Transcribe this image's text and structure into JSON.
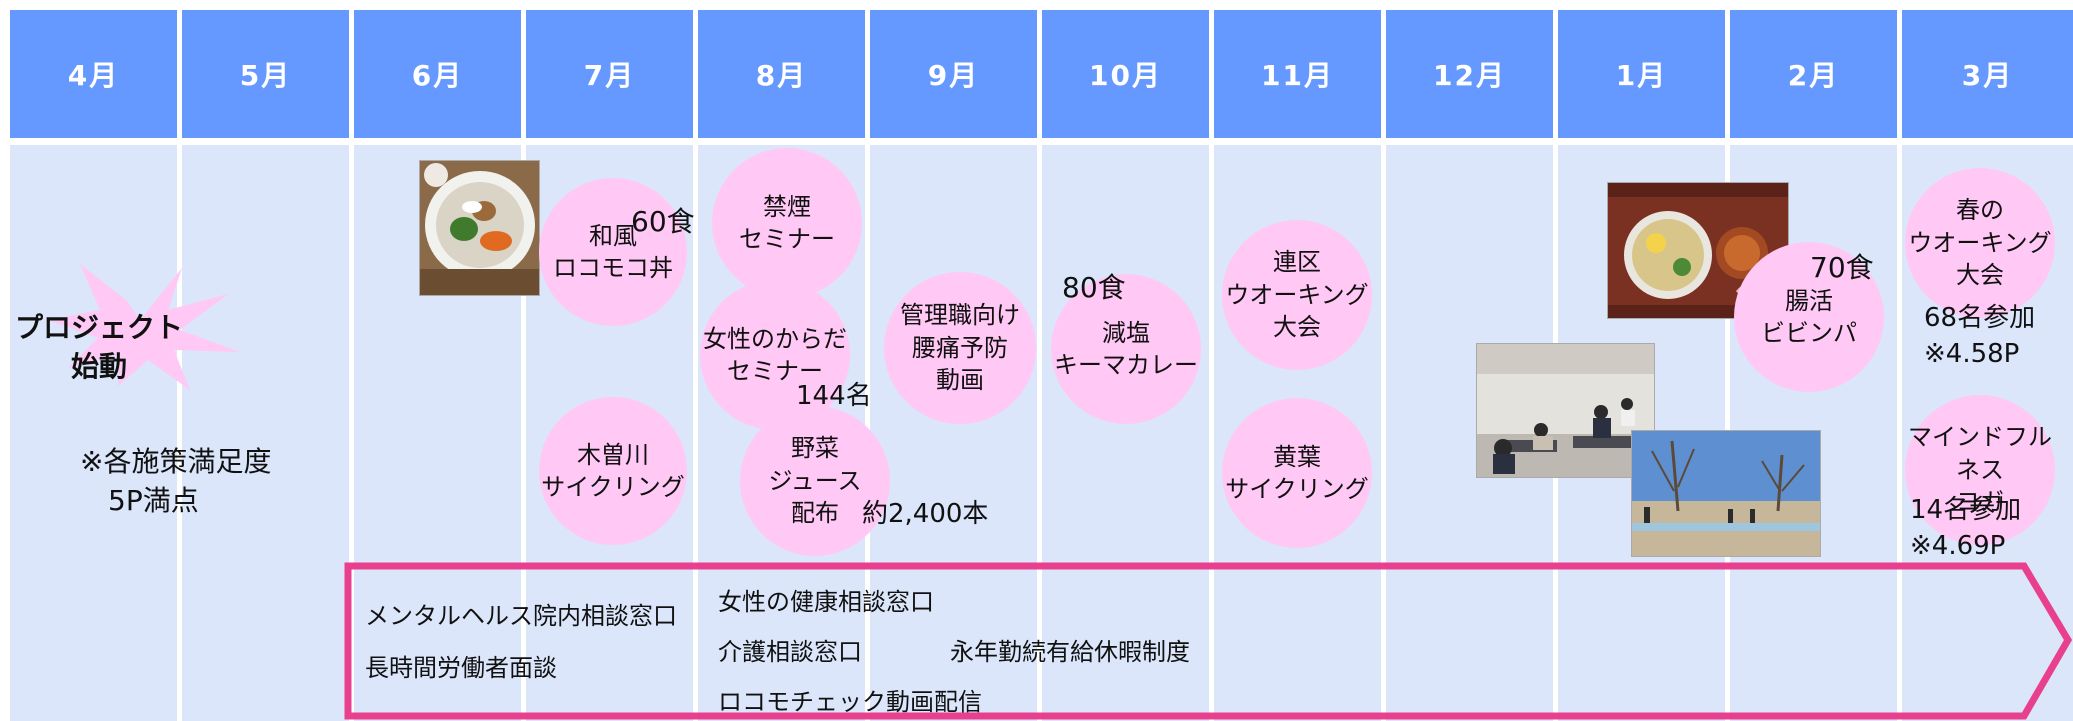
{
  "months": [
    "4月",
    "5月",
    "6月",
    "7月",
    "8月",
    "9月",
    "10月",
    "11月",
    "12月",
    "1月",
    "2月",
    "3月"
  ],
  "colors": {
    "header": "#6699ff",
    "column_body": "#dbe6fb",
    "bubble": "#ffc8f5",
    "arrow_border": "#e8408e",
    "burst": "#ffc8f5"
  },
  "kickoff": {
    "label": "プロジェクト\n始動"
  },
  "satisfaction_note": "※各施策満足度\n　5P満点",
  "events": {
    "wafu_locomoco": {
      "label": "和風\nロコモコ丼",
      "count": "60食"
    },
    "kisogawa_cycling": {
      "label": "木曽川\nサイクリング"
    },
    "no_smoking_seminar": {
      "label": "禁煙\nセミナー"
    },
    "women_body_seminar": {
      "label": "女性のからだ\nセミナー",
      "count": "144名"
    },
    "vegetable_juice": {
      "label": "野菜\nジュース\n配布",
      "count": "約2,400本"
    },
    "back_pain_video": {
      "label": "管理職向け\n腰痛予防\n動画"
    },
    "low_salt_curry": {
      "label": "減塩\nキーマカレー",
      "count": "80食"
    },
    "walking_event": {
      "label": "連区\nウオーキング\n大会"
    },
    "autumn_cycling": {
      "label": "黄葉\nサイクリング"
    },
    "gut_bibimbap": {
      "label": "腸活\nビビンパ",
      "count": "70食"
    },
    "spring_walking": {
      "label": "春の\nウオーキング\n大会",
      "result": "68名参加\n※4.58P"
    },
    "mindfulness_yoga": {
      "label": "マインドフルネス\nヨガ",
      "result": "14名参加\n※4.69P"
    }
  },
  "photos": {
    "bowl_photo": "donburi-photo",
    "bibimbap_poster": "bibimbap-poster-photo",
    "yoga_photo": "yoga-class-photo",
    "walk_photo": "park-walk-photo"
  },
  "support_programs": {
    "mental_health": "メンタルヘルス院内相談窓口",
    "long_hours": "長時間労働者面談",
    "women_health": "女性の健康相談窓口",
    "care_consult": "介護相談窓口",
    "long_service_leave": "永年勤続有給休暇制度",
    "locomo_video": "ロコモチェック動画配信"
  }
}
